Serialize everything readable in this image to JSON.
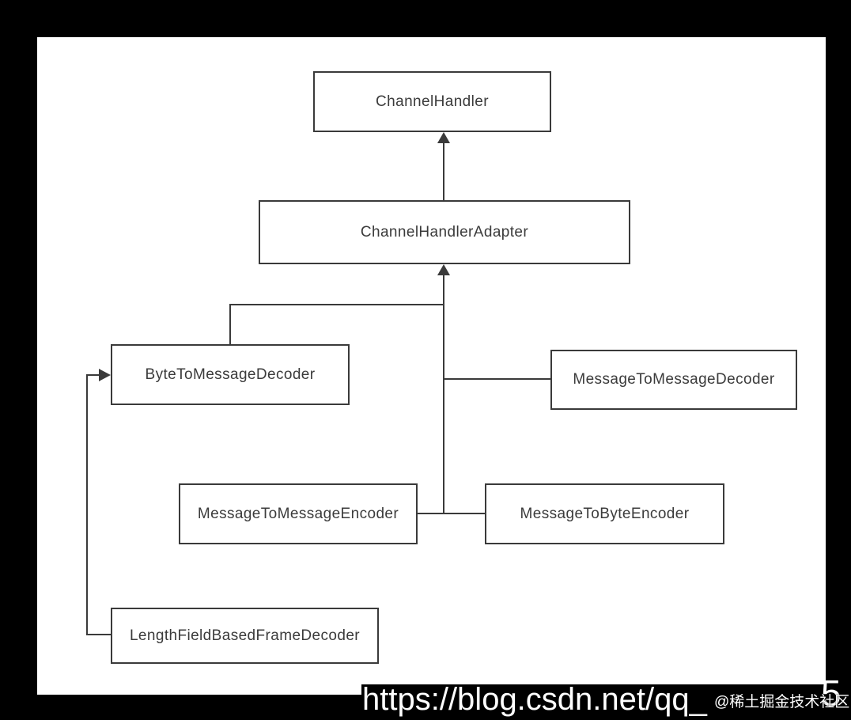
{
  "diagram": {
    "type": "uml-class-inheritance",
    "nodes": {
      "channel_handler": {
        "label": "ChannelHandler"
      },
      "channel_handler_adapter": {
        "label": "ChannelHandlerAdapter"
      },
      "byte_to_message_decoder": {
        "label": "ByteToMessageDecoder"
      },
      "message_to_message_decoder": {
        "label": "MessageToMessageDecoder"
      },
      "message_to_message_encoder": {
        "label": "MessageToMessageEncoder"
      },
      "message_to_byte_encoder": {
        "label": "MessageToByteEncoder"
      },
      "length_field_based_frame_decoder": {
        "label": "LengthFieldBasedFrameDecoder"
      }
    },
    "edges": [
      {
        "from": "ChannelHandlerAdapter",
        "to": "ChannelHandler",
        "type": "inheritance-arrow"
      },
      {
        "from": "ByteToMessageDecoder",
        "to": "ChannelHandlerAdapter",
        "type": "inheritance-arrow"
      },
      {
        "from": "MessageToMessageDecoder",
        "to": "ChannelHandlerAdapter",
        "type": "inheritance-arrow"
      },
      {
        "from": "MessageToMessageEncoder",
        "to": "ChannelHandlerAdapter",
        "type": "inheritance-arrow"
      },
      {
        "from": "MessageToByteEncoder",
        "to": "ChannelHandlerAdapter",
        "type": "inheritance-arrow"
      },
      {
        "from": "LengthFieldBasedFrameDecoder",
        "to": "ByteToMessageDecoder",
        "type": "inheritance-arrow"
      }
    ],
    "colors": {
      "page_background": "#000000",
      "panel_background": "#ffffff",
      "box_border": "#3a3a3a",
      "box_text": "#3b3b3b",
      "line": "#3a3a3a"
    }
  },
  "watermark": {
    "url_text": "https://blog.csdn.net/qq_",
    "url_tail": "5",
    "badge": "@稀土掘金技术社区",
    "color": "#ffffff"
  }
}
